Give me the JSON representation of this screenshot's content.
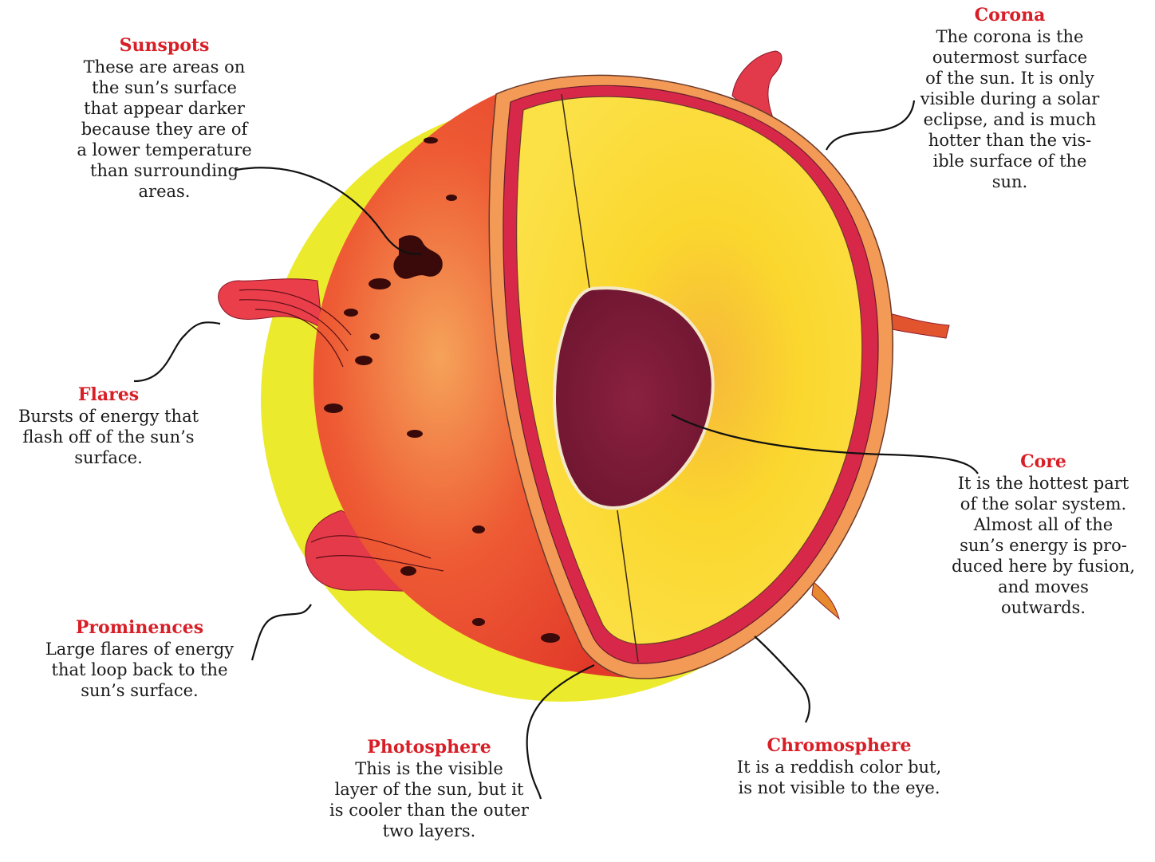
{
  "colors": {
    "title": "#d81e26",
    "text": "#1a1a1a",
    "corona": "#ecea2c",
    "surface": "#e8412a",
    "interior": "#f9d91f",
    "core": "#7c1a35",
    "chromosphere": "#d8284a",
    "photosphere_band": "#f29a56"
  },
  "labels": {
    "sunspots": {
      "title": "Sunspots",
      "text": "These are areas on\nthe sun’s surface\nthat appear darker\nbecause they are of\na lower temperature\nthan surrounding\nareas."
    },
    "corona": {
      "title": "Corona",
      "text": "The corona is the\noutermost surface\nof the sun. It is only\nvisible during a solar\neclipse, and is much\nhotter than the vis-\nible surface of the\nsun."
    },
    "flares": {
      "title": "Flares",
      "text": "Bursts of energy that\nflash off of the sun’s\nsurface."
    },
    "core": {
      "title": "Core",
      "text": "It is the hottest part\nof the solar system.\nAlmost all of the\nsun’s energy is pro-\nduced here by fusion,\nand moves\noutwards."
    },
    "prominences": {
      "title": "Prominences",
      "text": "Large flares of energy\nthat loop back to the\nsun’s surface."
    },
    "photosphere": {
      "title": "Photosphere",
      "text": "This is the visible\nlayer of the sun, but it\nis cooler than the outer\ntwo layers."
    },
    "chromosphere": {
      "title": "Chromosphere",
      "text": "It is a reddish color but,\nis not visible to the eye."
    }
  }
}
